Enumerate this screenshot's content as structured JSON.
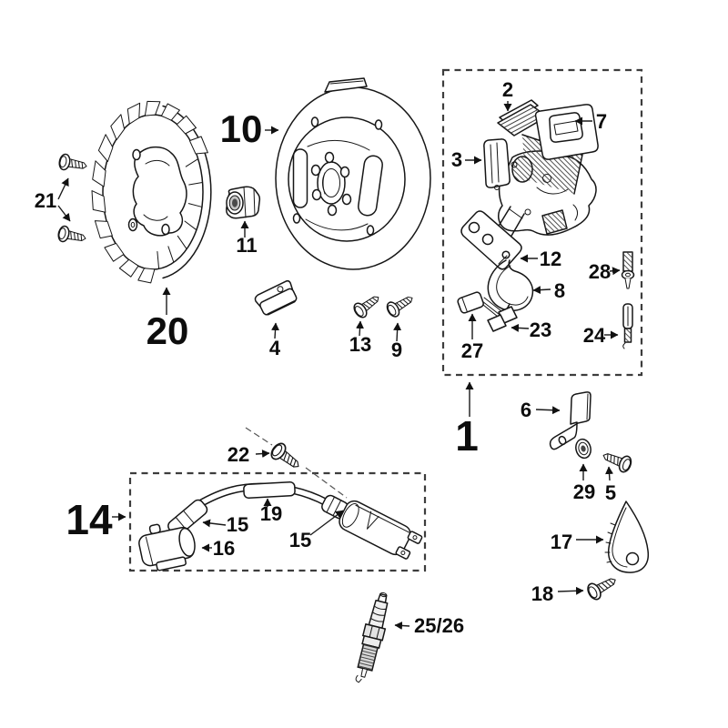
{
  "page": {
    "background": "#ffffff",
    "ink": "#161616",
    "box_stroke": "#3d3d3d"
  },
  "parts": {
    "ignition_assembly": {
      "number": "1"
    },
    "coil_core": {
      "number": "2"
    },
    "stator_plate": {
      "number": "3"
    },
    "key": {
      "number": "4"
    },
    "screw_5": {
      "number": "5"
    },
    "bracket": {
      "number": "6"
    },
    "cdi_module": {
      "number": "7"
    },
    "wire_harness": {
      "number": "8"
    },
    "screw_9": {
      "number": "9"
    },
    "flywheel": {
      "number": "10"
    },
    "nut": {
      "number": "11"
    },
    "support_plate": {
      "number": "12"
    },
    "screw_13": {
      "number": "13"
    },
    "cable_assembly": {
      "number": "14"
    },
    "cable_boot": {
      "number": "15"
    },
    "plug_cap": {
      "number": "16"
    },
    "mount_plate": {
      "number": "17"
    },
    "screw_18": {
      "number": "18"
    },
    "cable_sleeve": {
      "number": "19"
    },
    "fan_flywheel": {
      "number": "20"
    },
    "fan_screws": {
      "number": "21"
    },
    "screw_22": {
      "number": "22"
    },
    "connector": {
      "number": "23"
    },
    "pin": {
      "number": "24"
    },
    "spark_plug": {
      "number": "25/26"
    },
    "terminal": {
      "number": "27"
    },
    "spring_screw": {
      "number": "28"
    },
    "washer": {
      "number": "29"
    }
  }
}
